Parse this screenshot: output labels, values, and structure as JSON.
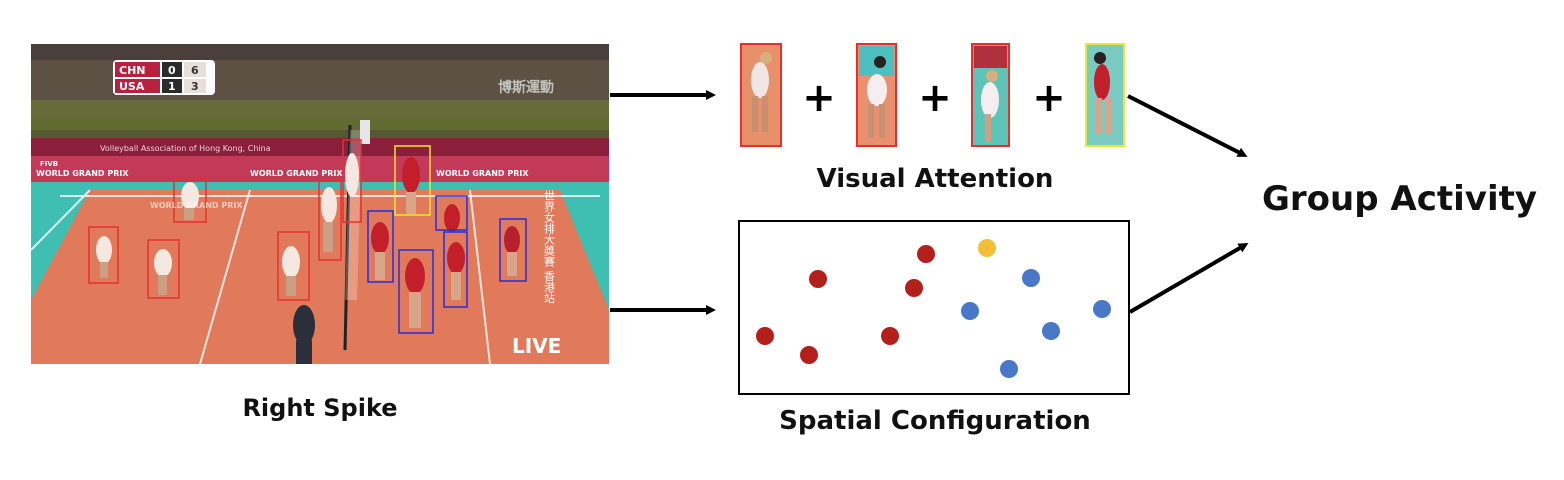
{
  "labels": {
    "input_caption": "Right Spike",
    "visual_attention": "Visual Attention",
    "spatial_configuration": "Spatial Configuration",
    "output": "Group Activity"
  },
  "operator_symbol": "+",
  "scoreboard": {
    "team1": "CHN",
    "team1_sets": "0",
    "team1_points": "6",
    "team2": "USA",
    "team2_sets": "1",
    "team2_points": "3"
  },
  "broadcast": {
    "live": "LIVE",
    "event": "WORLD GRAND PRIX",
    "brand": "FIVB",
    "banner": "Volleyball Association of Hong Kong, China",
    "channel": "博斯運動",
    "vertical_caption": "世界女排大獎賽 香港站"
  },
  "colors": {
    "team_red": "#b3201c",
    "team_blue": "#4a78c8",
    "highlight_yellow": "#f2c037",
    "box_red": "#e53030",
    "box_blue": "#2030e0",
    "box_yellow": "#e8e830"
  },
  "icons": [
    "plus-icon",
    "arrow-icon"
  ]
}
